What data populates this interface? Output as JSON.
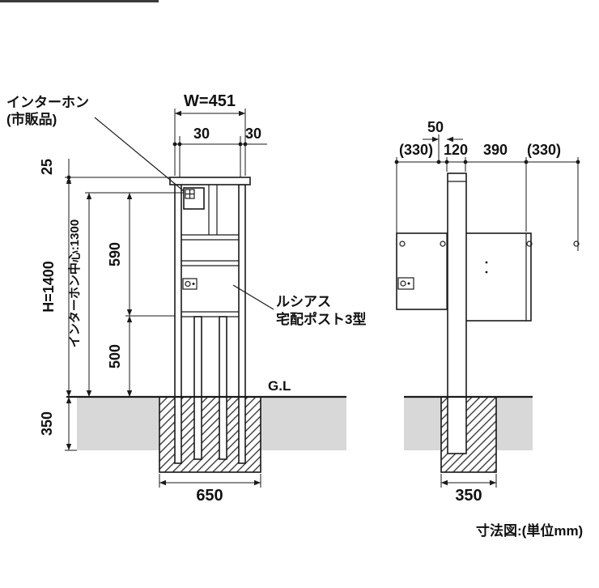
{
  "front_view": {
    "annotations": {
      "intercom_label_line1": "インターホン",
      "intercom_label_line2": "(市販品)",
      "product_label_line1": "ルシアス",
      "product_label_line2": "宅配ポスト3型",
      "ground_level": "G.L"
    },
    "dimensions": {
      "width": "W=451",
      "side_clearance_left": "30",
      "side_clearance_right": "30",
      "cap_height": "25",
      "height": "H=1400",
      "intercom_center_height": "インターホン中心:1300",
      "upper_span": "590",
      "lower_span": "500",
      "embed_depth": "350",
      "foundation_width": "650"
    }
  },
  "side_view": {
    "dimensions": {
      "front_offset": "50",
      "door_swing_front": "(330)",
      "post_depth": "120",
      "box_depth": "390",
      "door_swing_rear": "(330)",
      "foundation_width": "350"
    }
  },
  "footer": {
    "caption": "寸法図:(単位mm)"
  },
  "colors": {
    "line": "#1a1a1a",
    "soil": "#d8d8d8"
  }
}
